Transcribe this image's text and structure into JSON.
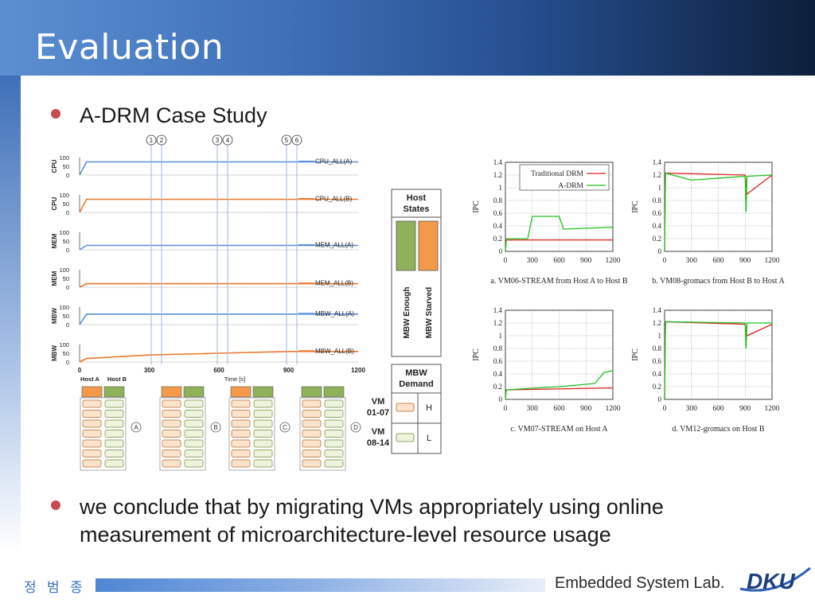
{
  "slide": {
    "title": "Evaluation",
    "bullets": [
      "A-DRM Case Study",
      "we conclude that by migrating VMs appropriately using online measurement of microarchitecture-level resource usage"
    ]
  },
  "footer": {
    "author": "정 범 종",
    "lab": "Embedded System Lab.",
    "logo_text": "DKU"
  },
  "colors": {
    "accent_red": "#c64b52",
    "host_a": "#f39a4a",
    "host_b": "#8fb15a",
    "series_blue": "#5a8fd6",
    "series_orange": "#e8792f"
  },
  "left_figure": {
    "markers": [
      "1",
      "2",
      "3",
      "4",
      "5",
      "6"
    ],
    "phase_labels": [
      "A",
      "B",
      "C",
      "D"
    ],
    "host_labels": [
      "Host A",
      "Host B"
    ],
    "x_axis_label": "Time [s]",
    "x_ticks": [
      "0",
      "300",
      "600",
      "900",
      "1200"
    ],
    "y_ticks": [
      "100",
      "50",
      "0"
    ]
  },
  "chart_data": [
    {
      "type": "line",
      "x_ticks": [
        0,
        300,
        600,
        900,
        1200
      ],
      "xlabel": "Time [s]",
      "ylim": [
        0,
        100
      ],
      "panels": [
        {
          "ylabel": "CPU",
          "series": [
            {
              "name": "CPU_ALL(A)",
              "x": [
                0,
                30,
                1200
              ],
              "y": [
                0,
                75,
                75
              ]
            }
          ]
        },
        {
          "ylabel": "CPU",
          "series": [
            {
              "name": "CPU_ALL(B)",
              "x": [
                0,
                30,
                1200
              ],
              "y": [
                0,
                75,
                75
              ]
            }
          ]
        },
        {
          "ylabel": "MEM",
          "series": [
            {
              "name": "MEM_ALL(A)",
              "x": [
                0,
                30,
                1200
              ],
              "y": [
                0,
                25,
                25
              ]
            }
          ]
        },
        {
          "ylabel": "MEM",
          "series": [
            {
              "name": "MEM_ALL(B)",
              "x": [
                0,
                30,
                1200
              ],
              "y": [
                0,
                20,
                20
              ]
            }
          ]
        },
        {
          "ylabel": "MBW",
          "series": [
            {
              "name": "MBW_ALL(A)",
              "x": [
                0,
                30,
                1200
              ],
              "y": [
                0,
                60,
                60
              ]
            }
          ]
        },
        {
          "ylabel": "MBW",
          "series": [
            {
              "name": "MBW_ALL(B)",
              "x": [
                0,
                30,
                300,
                600,
                900,
                1200
              ],
              "y": [
                0,
                20,
                40,
                50,
                60,
                60
              ]
            }
          ]
        }
      ]
    },
    {
      "type": "line",
      "ylabel": "IPC",
      "ylim": [
        0,
        1.4
      ],
      "xlim": [
        0,
        1200
      ],
      "x_ticks": [
        "0",
        "300",
        "600",
        "900",
        "1200"
      ],
      "y_ticks": [
        "0",
        "0.2",
        "0.4",
        "0.6",
        "0.8",
        "1",
        "1.2",
        "1.4"
      ],
      "legend": [
        "Traditional DRM",
        "A-DRM"
      ],
      "legend_position": "top-right",
      "grid": true,
      "panels": [
        {
          "caption": "a. VM06-STREAM from Host A to Host B",
          "series": [
            {
              "name": "Traditional DRM",
              "x": [
                0,
                10,
                1200
              ],
              "y": [
                0,
                0.18,
                0.18
              ]
            },
            {
              "name": "A-DRM",
              "x": [
                0,
                10,
                250,
                300,
                600,
                650,
                1200
              ],
              "y": [
                0,
                0.2,
                0.2,
                0.55,
                0.55,
                0.35,
                0.38
              ]
            }
          ]
        },
        {
          "caption": "b. VM08-gromacs from Host B to Host A",
          "series": [
            {
              "name": "Traditional DRM",
              "x": [
                0,
                10,
                900,
                920,
                1200
              ],
              "y": [
                0,
                1.23,
                1.2,
                0.9,
                1.2
              ]
            },
            {
              "name": "A-DRM",
              "x": [
                0,
                10,
                300,
                900,
                910,
                920,
                1200
              ],
              "y": [
                0,
                1.23,
                1.12,
                1.18,
                0.62,
                1.18,
                1.2
              ]
            }
          ]
        },
        {
          "caption": "c. VM07-STREAM on Host A",
          "series": [
            {
              "name": "Traditional DRM",
              "x": [
                0,
                10,
                1200
              ],
              "y": [
                0,
                0.15,
                0.18
              ]
            },
            {
              "name": "A-DRM",
              "x": [
                0,
                10,
                600,
                1000,
                1100,
                1200
              ],
              "y": [
                0,
                0.15,
                0.2,
                0.25,
                0.42,
                0.45
              ]
            }
          ]
        },
        {
          "caption": "d. VM12-gromacs on Host B",
          "series": [
            {
              "name": "Traditional DRM",
              "x": [
                0,
                10,
                900,
                920,
                1200
              ],
              "y": [
                0,
                1.22,
                1.18,
                1.0,
                1.18
              ]
            },
            {
              "name": "A-DRM",
              "x": [
                0,
                10,
                900,
                910,
                920,
                1200
              ],
              "y": [
                0,
                1.22,
                1.2,
                0.8,
                1.2,
                1.2
              ]
            }
          ]
        }
      ]
    }
  ],
  "legend_boxes": {
    "host_states": {
      "title": "Host States",
      "items": [
        "MBW Enough",
        "MBW Starved"
      ]
    },
    "mbw_demand": {
      "title": "MBW Demand",
      "rows": [
        {
          "vm": "VM 01-07",
          "level": "H"
        },
        {
          "vm": "VM 08-14",
          "level": "L"
        }
      ]
    }
  }
}
